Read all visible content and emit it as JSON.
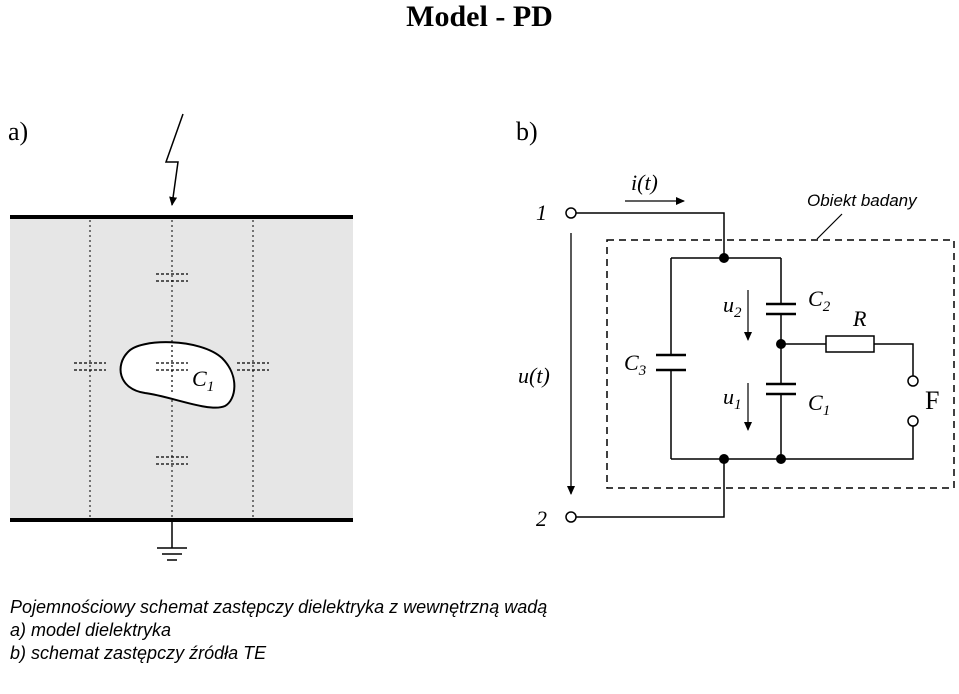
{
  "title": "Model - PD",
  "panel_a": {
    "label": "a)",
    "void_capacitor": "C",
    "void_capacitor_sub": "1"
  },
  "panel_b": {
    "label": "b)",
    "terminal_1": "1",
    "terminal_2": "2",
    "current": "i(t)",
    "voltage": "u(t)",
    "object_label": "Obiekt badany",
    "c1": "C",
    "c1_sub": "1",
    "c2": "C",
    "c2_sub": "2",
    "c3": "C",
    "c3_sub": "3",
    "u1": "u",
    "u1_sub": "1",
    "u2": "u",
    "u2_sub": "2",
    "resistor": "R",
    "gap": "F"
  },
  "caption": {
    "line1": "Pojemnościowy schemat zastępczy dielektryka z wewnętrzną wadą",
    "line2": "a) model dielektryka",
    "line3": "b) schemat zastępczy źródła TE"
  },
  "colors": {
    "dielectric_fill": "#e6e6e6",
    "ink": "#000000"
  }
}
